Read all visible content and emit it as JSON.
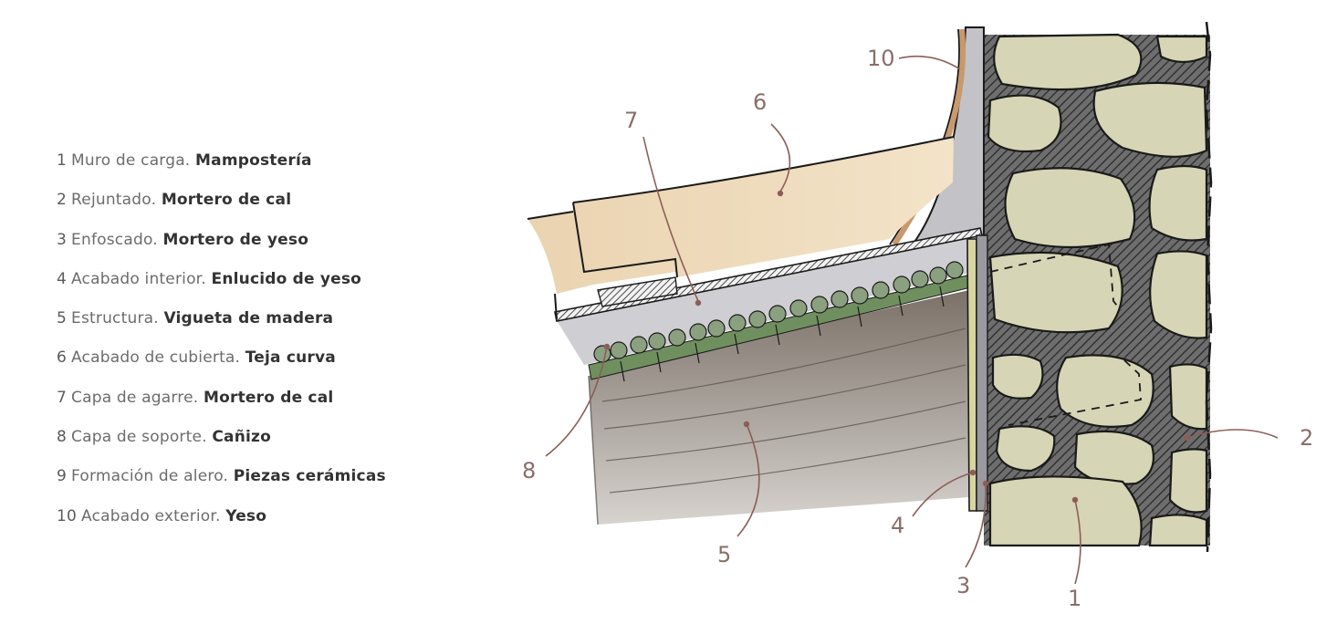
{
  "legend": [
    {
      "num": "1",
      "element": "Muro de carga.",
      "material": "Mampostería"
    },
    {
      "num": "2",
      "element": "Rejuntado.",
      "material": "Mortero de cal"
    },
    {
      "num": "3",
      "element": "Enfoscado.",
      "material": "Mortero de yeso"
    },
    {
      "num": "4",
      "element": "Acabado interior.",
      "material": "Enlucido de yeso"
    },
    {
      "num": "5",
      "element": "Estructura.",
      "material": "Vigueta de madera"
    },
    {
      "num": "6",
      "element": "Acabado de cubierta.",
      "material": "Teja curva"
    },
    {
      "num": "7",
      "element": "Capa de agarre.",
      "material": "Mortero de cal"
    },
    {
      "num": "8",
      "element": "Capa de soporte.",
      "material": "Cañizo"
    },
    {
      "num": "9",
      "element": "Formación de alero.",
      "material": "Piezas cerámicas"
    },
    {
      "num": "10",
      "element": "Acabado exterior.",
      "material": "Yeso"
    }
  ],
  "callouts": {
    "c1": "1",
    "c2": "2",
    "c3": "3",
    "c4": "4",
    "c5": "5",
    "c6": "6",
    "c7": "7",
    "c8": "8",
    "c10": "10"
  },
  "colors": {
    "stone": "#d6d5b5",
    "mortar_joint": "#4a4a4a",
    "tile": "#ead3b0",
    "plaster_gray": "#c8c8cc",
    "timber": "#8a8074",
    "reed": "#6f8f5f",
    "leader": "#8b5e57",
    "ink": "#1a1a1a"
  }
}
